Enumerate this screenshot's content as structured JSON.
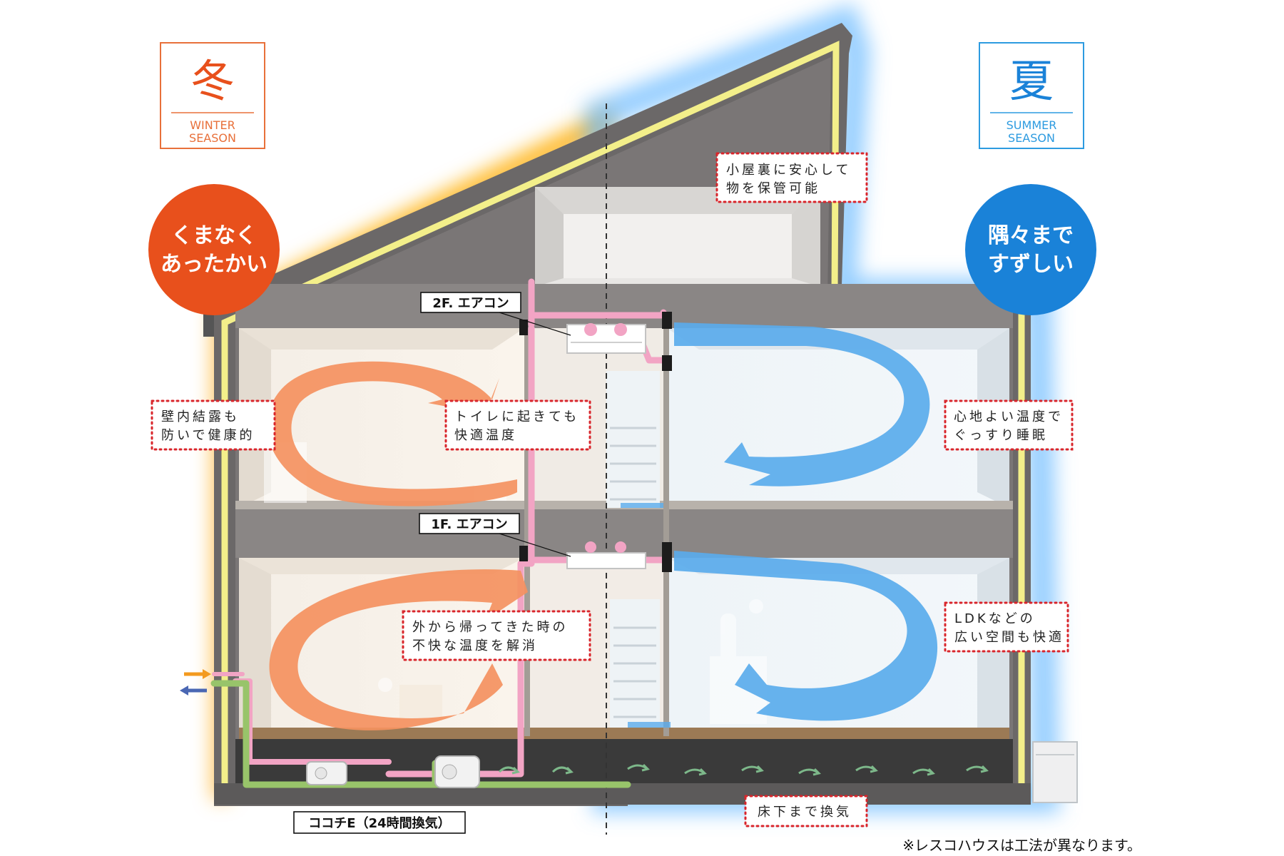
{
  "winter": {
    "kanji": "冬",
    "en_line1": "WINTER",
    "en_line2": "SEASON",
    "badge_line1": "くまなく",
    "badge_line2": "あったかい",
    "color": "#e8501c",
    "box_color": "#e8703a"
  },
  "summer": {
    "kanji": "夏",
    "en_line1": "SUMMER",
    "en_line2": "SEASON",
    "badge_line1": "隅々まで",
    "badge_line2": "すずしい",
    "color": "#1a82d8",
    "box_color": "#2d9be0"
  },
  "callouts": {
    "attic_line1": "小屋裏に安心して",
    "attic_line2": "物を保管可能",
    "wall_line1": "壁内結露も",
    "wall_line2": "防いで健康的",
    "toilet_line1": "トイレに起きても",
    "toilet_line2": "快適温度",
    "sleep_line1": "心地よい温度で",
    "sleep_line2": "ぐっすり睡眠",
    "return_line1": "外から帰ってきた時の",
    "return_line2": "不快な温度を解消",
    "ldk_line1": "LDKなどの",
    "ldk_line2": "広い空間も快適",
    "underfloor": "床下まで換気"
  },
  "labels": {
    "ac_2f": "2F. エアコン",
    "ac_1f": "1F. エアコン",
    "ventilation": "ココチE（24時間換気）"
  },
  "footnote": "※レスコハウスは工法が異なります。",
  "icons": [
    "intake-arrow-icon",
    "exhaust-arrow-icon",
    "ac-unit-icon",
    "ventilation-unit-icon"
  ]
}
